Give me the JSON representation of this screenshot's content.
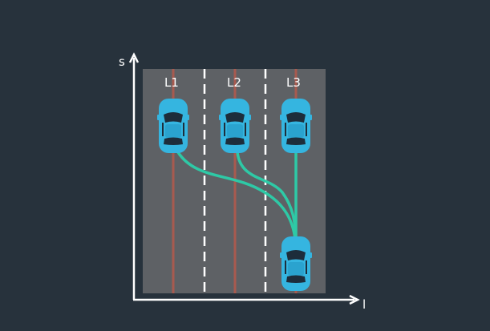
{
  "axes": {
    "s_label": "s",
    "l_label": "l"
  },
  "lanes": [
    {
      "label": "L1"
    },
    {
      "label": "L2"
    },
    {
      "label": "L3"
    }
  ],
  "colors": {
    "background": "#27323c",
    "road": "#5e6165",
    "lane_center_line": "#a85a4f",
    "divider": "#ffffff",
    "axis": "#ffffff",
    "trajectory": "#2ec9a6",
    "car_body": "#35b5e0",
    "car_window": "#1d2d3b"
  },
  "icons": {
    "car": "car-top-view-icon"
  }
}
